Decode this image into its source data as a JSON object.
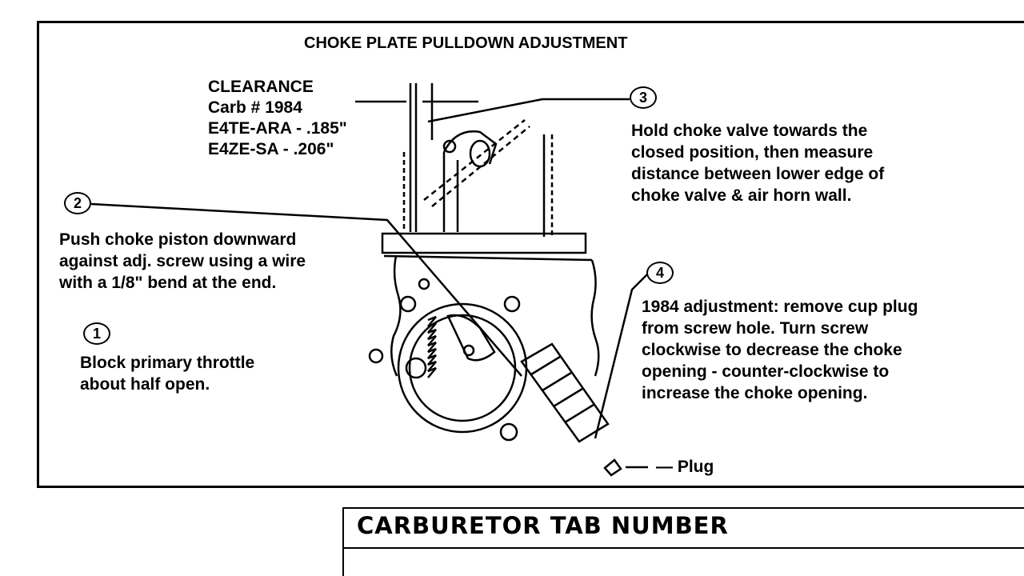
{
  "diagram": {
    "title": "CHOKE PLATE PULLDOWN ADJUSTMENT",
    "clearance": {
      "heading": "CLEARANCE",
      "carb": "Carb # 1984",
      "spec_1": "E4TE-ARA - .185\"",
      "spec_2": "E4ZE-SA - .206\""
    },
    "steps": [
      {
        "number": "1",
        "lines": [
          "Block primary throttle",
          "about half open."
        ]
      },
      {
        "number": "2",
        "lines": [
          "Push choke piston downward",
          "against adj. screw using a wire",
          "with a 1/8\" bend at the end."
        ]
      },
      {
        "number": "3",
        "lines": [
          "Hold choke valve towards the",
          "closed position, then measure",
          "distance between lower edge of",
          "choke valve & air horn wall."
        ]
      },
      {
        "number": "4",
        "lines": [
          "1984 adjustment: remove cup plug",
          "from screw hole. Turn screw",
          "clockwise to decrease the choke",
          "opening - counter-clockwise to",
          "increase the choke opening."
        ]
      }
    ],
    "plug_label": "— Plug"
  },
  "tab_section": {
    "title": "CARBURETOR TAB NUMBER"
  }
}
